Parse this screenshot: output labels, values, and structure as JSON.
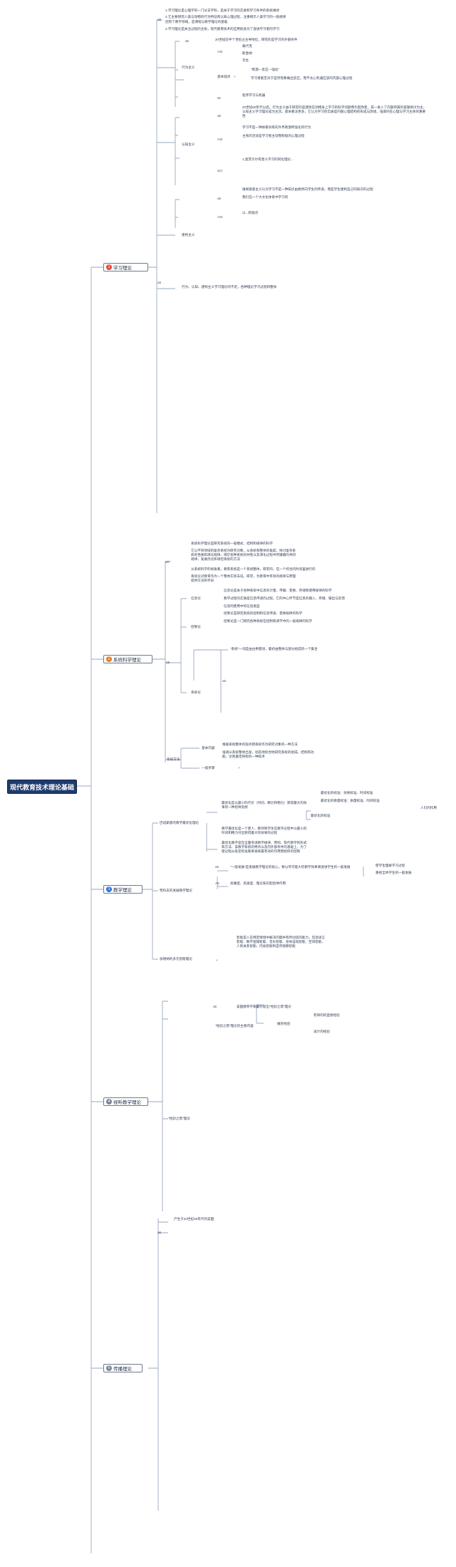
{
  "root": {
    "title": "现代教育技术理论基础"
  },
  "branches": [
    {
      "num": "1",
      "label": "学习理论",
      "color": "#e24a3b"
    },
    {
      "num": "2",
      "label": "系统科学理论",
      "color": "#e07b2a"
    },
    {
      "num": "3",
      "label": "教学理论",
      "color": "#2f6fd6"
    },
    {
      "num": "4",
      "label": "视听教学理论",
      "color": "#7d8593"
    },
    {
      "num": "5",
      "label": "传播理论",
      "color": "#7d8593"
    }
  ],
  "learning": {
    "k1": "a5",
    "def": [
      "1.学习理论是心理学的一门分支学科，是关于学习的实质和学习条件的系统阐述",
      "2.它主要研究人类与动物的行为特征和认知心理过程，注重揭示人类学习的一般规律",
      "因有个教学领域，是课程与教学理论的基础",
      "3.学习理论是关注过程的主张，现代教育技术的应用就会为了促进学习者的学习"
    ],
    "behaviorism": {
      "label": "行为主义",
      "k": "a5",
      "intro": "20世纪前半个世纪占主导地位，研究的是学习的外部条件",
      "rep_key": "ASI",
      "reps": [
        "桑代克",
        "斯金纳",
        "华生"
      ],
      "view_label": "基本观点",
      "view_key": "+",
      "views": [
        "\"刺激—反应—强化\"",
        "学习者能否对于自然现象做出反应，而不太心利通应该的内部心理过程"
      ],
      "app_key": "5s",
      "app": "程序学习与机器"
    },
    "cognitivism": {
      "label": "认知主义",
      "k": "a5",
      "intro": "20世纪60年代以后，行为主义由于研究的是建筑在动物身上学习的科学问题而引起改变，其一进入了内部所属的逻辑探讨为主，认知主义学习理论成为主流，基本看法更多，它认为学习的实质是内部心理结构的形成与改组，强调内在心理与学习主体的重要性",
      "rep_key": "ASI",
      "reps": [
        "学习不是一种依靠训练的外界刺激所强化的行为",
        "主张的活动是学习者主动而积极的心理过程"
      ],
      "view_key": "aCI",
      "view": "1.奥苏贝尔有意义学习的同化理论..."
    },
    "constructivism": {
      "label": "建构主义",
      "k": "a5",
      "intro": "维果斯基主义认为学习不是一种知识由教师向学生的传递，而是学生建构自己的知识的过程",
      "intro2": "我们在一个大文化体系中学习的",
      "view_key": "ASI",
      "view": "以...新观点"
    },
    "summary_key": "a5",
    "summary": "行为、认知、建构主义学习理论的不足，各种理论学习过程和整体"
  },
  "systems": {
    "k1": "a5",
    "def": [
      "系统科学理论是研究系统的一般模式、结构和规律的科学",
      "它以不同领域的复杂系统为研究对象，从系统和整体的角度，探讨复杂系统的性质和演化规律，揭示各种系统的共性以及演化过程中所遵循的共同规律，发展优化和调控系统的方法",
      "从系统科学的视角看，教育系统是一个系统整体，研究的、在一个综合的时间里进行的",
      "系统论对教育作为一个整体实际去说，研究、为教育中有效的规律与原理提供方法和手段"
    ],
    "k2": "a5",
    "three_theories": [
      {
        "label": "信息论",
        "items": [
          "信息论是关于各种系统中信息的计量、传输、变换、存储和使用规律的科学",
          "教学过程的实质是信息传递的过程，它的中心环节是信息的输入、存储、输出与反馈",
          "信息的使用中的信息类型"
        ]
      },
      {
        "label": "控制论",
        "items": [
          "控制论是研究系统的控制和信息传递、变换规律的科学",
          "控制论是一门研究各种系统在控制和调节中的一般规律的科学"
        ]
      },
      {
        "label": "系统论",
        "key": "a5",
        "items": [
          "\"系统\"一词是由古希腊语，最初由整体与部分组成的一个集合"
        ]
      }
    ],
    "methods": {
      "label": "系统方法",
      "basic_label": "基本内容",
      "basic": [
        "根据系统整体的观点把系统作为研究对象的一种方法",
        "强调从系统整体出发，动态地综合地研究系统的组成、结构和功能，达到最佳目标的一种技术"
      ],
      "steps_label": "一般步骤",
      "steps_key": "+"
    }
  },
  "teaching": {
    "t1": "巴班斯基的教学最优化理论",
    "t1_items": [
      "最优化是以最小的代价（时间、精力和物力）获得最大的效果的一种指导思想",
      "教学最优化是一个使人、教师和学生在教学过程中以最小的时间和精力付出获得最大的效果的过程",
      "最优化教学是在全面考虑教学规律、原则、现代教学的形式和方法、该教学系统的特点以及内外部条件的基础上，为了使过程从既定标准看来发挥最有效的作用而组织的控制"
    ],
    "t1_criteria_label": "最优化的标准",
    "t1_criteria": [
      "最优化的标准：效果标准、时间标准",
      "最优化的衡量标准：质量标准、时间标准",
      "人们的作用"
    ],
    "t2": "赞科夫的发展教学理论",
    "t2_key": "a5",
    "t2_items": [
      "\"一般发展\"是发展教学理论的核心，要以尽可能大的教学效果来促进学生的一般发展",
      "高难度、高速度、理论知识起指导作用"
    ],
    "t2_note": [
      "使学生理解学习过程",
      "重视全体学生的一般发展"
    ],
    "t2_key2": "A5",
    "t3": "加德纳的多元智能理论",
    "t3_key": "+",
    "t3_text": "智能是人在特定情境中解决问题并有所创造的能力，包括语言智能、数学逻辑智能、音乐智能、身体运动智能、空间智能、人际关系智能、内省智能和自然观察智能"
  },
  "visual": {
    "k1": "a5",
    "intro": "美国教育学家戴尔提出\"经验之塔\"理论",
    "cone_label": "\"经验之塔\"理论的主要内容",
    "levels_label": "做的经验",
    "levels": [
      "有目的的直接经验",
      "设计的经验"
    ],
    "theory_label": "\"经验之塔\"理论"
  },
  "comm": {
    "k1": "a5",
    "intro": "产生于20世纪40年代的美国"
  }
}
